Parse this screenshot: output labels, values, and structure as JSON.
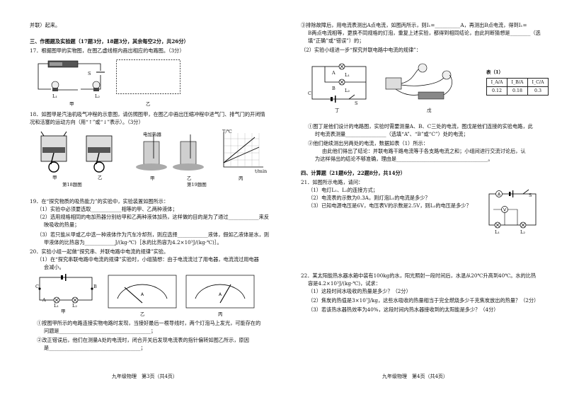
{
  "left": {
    "top_line": "并联）起来。",
    "sec3_title": "三、作图题及实验题（17题3分，18题3分，其余每空2分，共26分）",
    "q17": "17．根据图甲的实物图，在图乙虚线框内画出相应的电路图。（3分）",
    "q17_fig_labels": [
      "甲",
      "乙",
      "L₁",
      "L₂",
      "S"
    ],
    "q18_a": "18．如图甲是汽油机吸气冲程的示意图，请仿照图甲，在图乙中画出压缩冲程中进气门、排气门的开闭情",
    "q18_b": "况和活塞的运动方向（用“↑”或“↓”表示）。（3分）",
    "q18_fig_labels": [
      "甲",
      "乙",
      "第18题图"
    ],
    "q19_fig_labels": [
      "甲",
      "乙",
      "丙",
      "第19题图",
      "电加热器",
      "T/℃",
      "t/min"
    ],
    "q19_a": "19．在“探究物质的吸热能力”的实验中，实验装置如图所示：",
    "q19_1": "（1）实验中必须要选取____________相等的甲、乙两种液体；",
    "q19_2a": "（2）选用规格相同的电加热器分别给甲和乙两种液体加热，这样做的目的是为了通过____________来反",
    "q19_2b": "映吸收的热量；",
    "q19_3a": "（3）若只能从甲或乙中选一种液体作为汽车冷却剂，则应选择____________液体，假如乙液体是水，则",
    "q19_3b": "甲液体的比热容为____________J/(kg·℃)［水的比热容为4.2×10³J/(kg·℃)］。",
    "q20_a": "20．实验小组一起做“探究串、并联电路中电流的规律”实验。",
    "q20_1a": "（1）在“探究串联电路中电流的规律”实验时，小组猜想：由于电流流过了用电器，电流流过用电器",
    "q20_1b": "会减小。",
    "q20_fig_labels": [
      "甲",
      "乙",
      "丙",
      "C",
      "A",
      "B",
      "L₁",
      "L₂"
    ],
    "q20_2a": "①按图甲所示的电路连接实物电路时发现，当接好最后一根导线时，两个灯泡马上发光，可能存在的",
    "q20_2b": "问题是____________________________________；",
    "q20_3a": "②改正错误后，他们在测量A处的电流时，闭合开关后发现电流表的指针偏转如图乙所示，原因",
    "q20_3b": "是____________________________________；",
    "footer": "九年级物理　第3页（共4页）"
  },
  "right": {
    "r1": "③排除故障后，用电流表测出A点电流，如图丙所示，则I₁=__________A，再测出B点电流，得到I₁=",
    "r2": "B两点电流相等，更换不同规格的灯泡，重复上述实验，都得到相同结论，由此判断猜想是________（选",
    "r3": "填“正确”或“错误”）的；",
    "r4": "（2）实验小组进一步“探究并联电路中电流的规律”：",
    "fig_labels": [
      "丁",
      "戊",
      "A",
      "B",
      "C",
      "S",
      "L₁",
      "L₂"
    ],
    "table": {
      "title": "表（1）",
      "headers": [
        "I_A/A",
        "I_B/A",
        "I_C/A"
      ],
      "row": [
        "0.12",
        "0.18",
        "0.3"
      ]
    },
    "r5": "①图丁是他们设计的电路图，实验时需要测量A、B、C三处的电流，图戊是他们连接的实验电路，此",
    "r6": "时电流表测量________________（选填“A”、“B”或“C”）处的电流；",
    "r7": "②他们继续测出另两处的电流，数据如表（1）所示：",
    "r8": "由此他们得出了结论：并联电路干路电流等于各支路电流之和；小组间进行交流讨论后，认",
    "r9": "为这样得出的结论不够准确，理由是____________________________________。",
    "sec4_title": "四、计算题（21题6分，22题8分，共14分）",
    "q21": "21．如图所示电路，请问：",
    "q21_1": "（1）电灯L₁、L₂的连接方式；",
    "q21_2": "（2）电流表的示数为0.3A，则灯泡L₁的电流是多少？",
    "q21_3": "（3）已知电源电压是6V，电压表V的示数是2.5V，则L₂的电压是多少？",
    "q21_fig_labels": [
      "A",
      "V",
      "S",
      "L₁",
      "L₂"
    ],
    "q22_a": "22．某太阳能热水器水箱中装有100kg的水，阳光照射一段时间后，水温从20℃升高到40℃。水的比热",
    "q22_b": "容是4.2×10³J/(kg·℃)，试求：",
    "q22_1": "（1）这段时间水吸收的热量是多少？（2分）",
    "q22_2": "（2）焦炭的热值是3×10⁷J/kg，这些水吸收的热量相当于完全燃烧多少千克焦炭放出的热量？（2分）",
    "q22_3": "（3）若该热水器热效率为40%，这段时间内热水器接收到的太阳能是多少？（4分）",
    "footer": "九年级物理　第4页（共4页）"
  }
}
